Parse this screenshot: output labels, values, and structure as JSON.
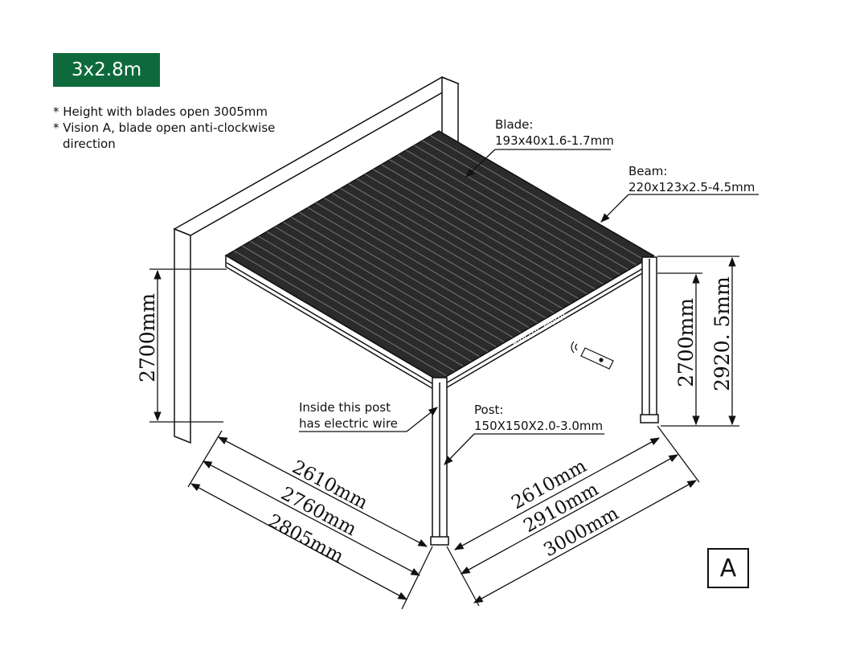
{
  "title": "3x2.8m",
  "notes": [
    "* Height with blades open 3005mm",
    "* Vision A, blade open anti-clockwise",
    "direction"
  ],
  "callouts": {
    "blade": [
      "Blade:",
      "193x40x1.6-1.7mm"
    ],
    "beam": [
      "Beam:",
      "220x123x2.5-4.5mm"
    ],
    "wire": [
      "Inside this post",
      "has electric wire"
    ],
    "post": [
      "Post:",
      "150X150X2.0-3.0mm"
    ]
  },
  "motor_label": "Electric Motor",
  "dimensions": {
    "left_height": "2700mm",
    "right_height": "2700mm",
    "right_total_height": "2920. 5mm",
    "left_inner": "2610mm",
    "left_mid": "2760mm",
    "left_outer": "2805mm",
    "right_inner": "2610mm",
    "right_mid": "2910mm",
    "right_outer": "3000mm"
  },
  "vision": "A",
  "colors": {
    "badge": "#0e6a3c",
    "line": "#111111"
  }
}
